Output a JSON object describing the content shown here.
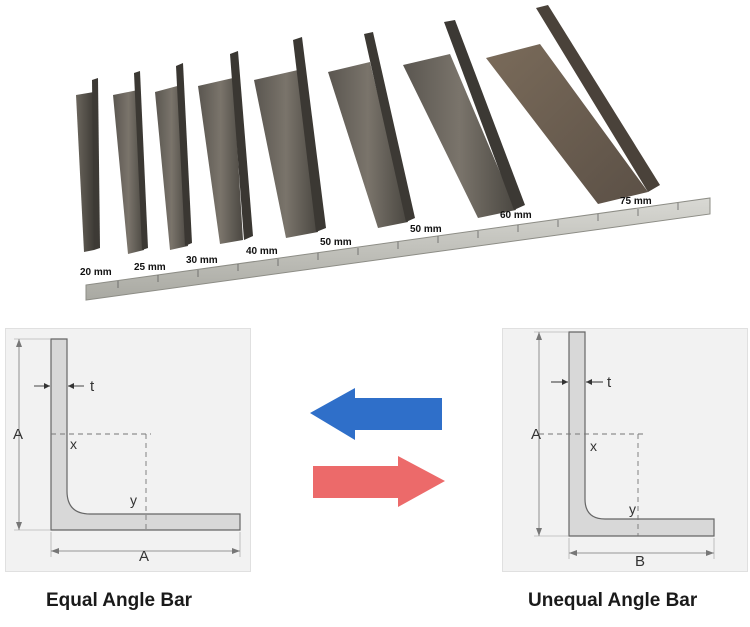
{
  "photo": {
    "bar_size_labels": [
      "20 mm",
      "25 mm",
      "30 mm",
      "40 mm",
      "50 mm",
      "50 mm",
      "60 mm",
      "75 mm"
    ]
  },
  "equal_diagram": {
    "label_thickness": "t",
    "label_height": "A",
    "label_width": "A",
    "label_x_axis": "x",
    "label_y_axis": "y"
  },
  "unequal_diagram": {
    "label_thickness": "t",
    "label_height": "A",
    "label_width": "B",
    "label_x_axis": "x",
    "label_y_axis": "y"
  },
  "arrows": {
    "left_arrow_color": "#2f6fc9",
    "right_arrow_color": "#ec6a6a"
  },
  "captions": {
    "equal": "Equal Angle Bar",
    "unequal": "Unequal Angle Bar"
  }
}
